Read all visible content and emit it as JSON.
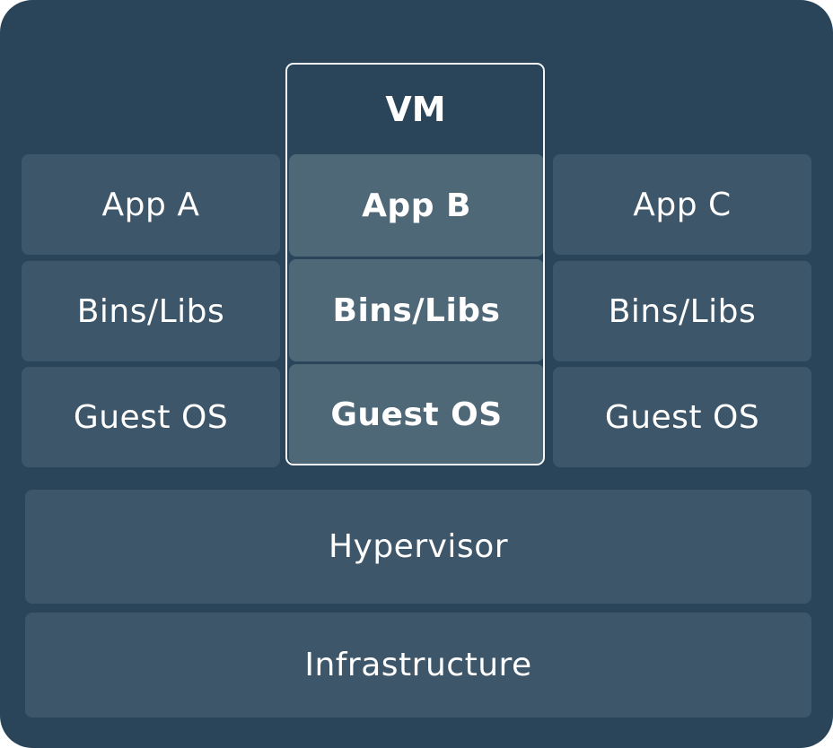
{
  "vm_label": "VM",
  "columns": [
    {
      "app": "App A",
      "bins": "Bins/Libs",
      "os": "Guest OS"
    },
    {
      "app": "App B",
      "bins": "Bins/Libs",
      "os": "Guest OS"
    },
    {
      "app": "App C",
      "bins": "Bins/Libs",
      "os": "Guest OS"
    }
  ],
  "hypervisor": "Hypervisor",
  "infrastructure": "Infrastructure",
  "colors": {
    "background": "#2a4559",
    "cell": "#3d5669",
    "highlighted_cell": "#4f6878",
    "vm_border": "#f2f6f8",
    "text": "#ffffff"
  }
}
